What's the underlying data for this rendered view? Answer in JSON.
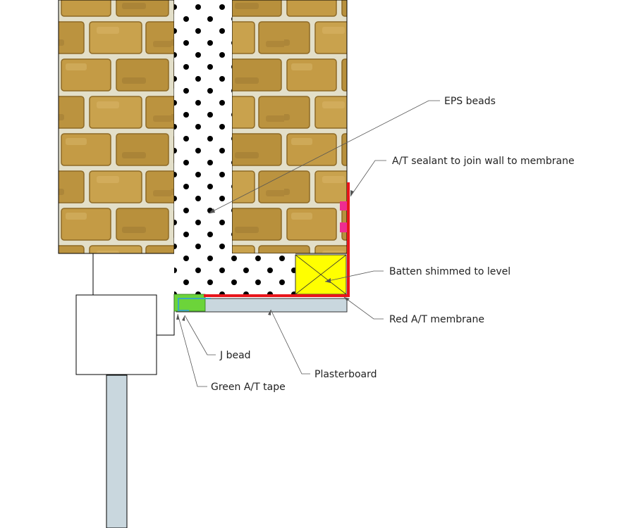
{
  "labels": {
    "eps_beads": "EPS beads",
    "sealant": "A/T sealant to join wall to membrane",
    "batten": "Batten shimmed to level",
    "membrane": "Red A/T membrane",
    "j_bead": "J bead",
    "plasterboard": "Plasterboard",
    "green_tape": "Green A/T tape"
  },
  "colors": {
    "mortar": "#ddd9c4",
    "brick_light": "#c79d45",
    "brick_dark": "#8e6a26",
    "eps_dot": "#000000",
    "membrane": "#e8151b",
    "sealant": "#ee2c90",
    "batten": "#ffff00",
    "plasterboard": "#c9d7de",
    "green_tape": "#6cd43a",
    "j_bead": "#3aa9b8"
  }
}
